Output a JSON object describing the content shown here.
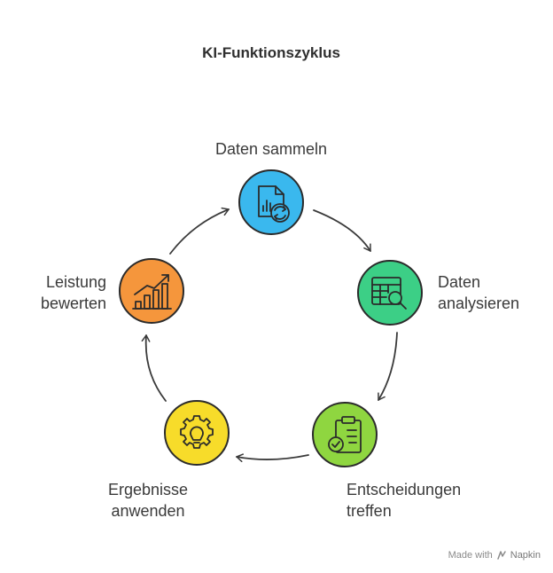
{
  "title": "KI-Funktionszyklus",
  "nodes": [
    {
      "id": "collect",
      "lines": [
        "Daten sammeln"
      ],
      "icon": "document-chart-refresh-icon",
      "color": "#3ab8ee"
    },
    {
      "id": "analyze",
      "lines": [
        "Daten",
        "analysieren"
      ],
      "icon": "table-search-icon",
      "color": "#3ccf86"
    },
    {
      "id": "decide",
      "lines": [
        "Entscheidungen",
        "treffen"
      ],
      "icon": "clipboard-check-icon",
      "color": "#8fd640"
    },
    {
      "id": "apply",
      "lines": [
        "Ergebnisse",
        "anwenden"
      ],
      "icon": "lightbulb-gear-icon",
      "color": "#f7dc2a"
    },
    {
      "id": "evaluate",
      "lines": [
        "Leistung",
        "bewerten"
      ],
      "icon": "bar-chart-growth-icon",
      "color": "#f5963c"
    }
  ],
  "footer": {
    "made_with": "Made with",
    "brand": "Napkin",
    "icon": "napkin-logo-icon"
  }
}
